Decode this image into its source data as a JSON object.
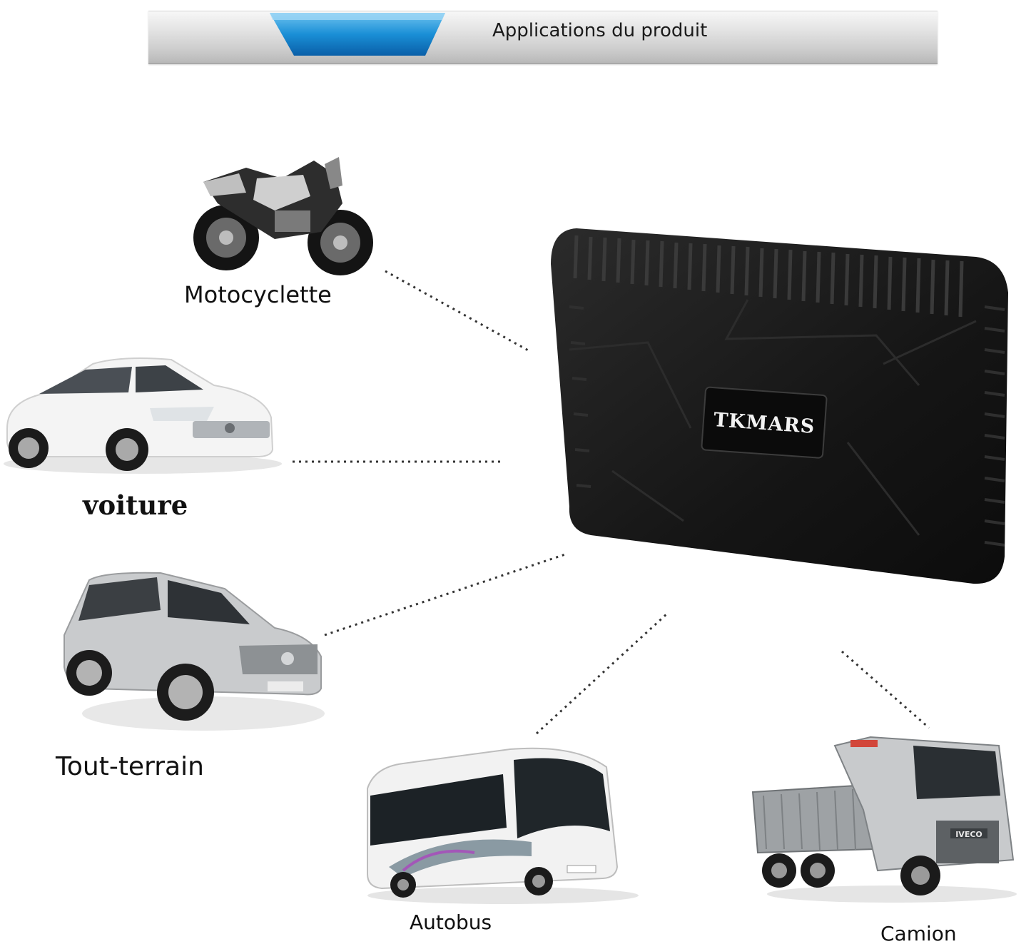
{
  "banner": {
    "title": "Applications du produit"
  },
  "device": {
    "brand": "TKMARS"
  },
  "applications": {
    "motorcycle": "Motocyclette",
    "car": "voiture",
    "suv": "Tout-terrain",
    "bus": "Autobus",
    "truck": "Camion"
  },
  "truck_badge": "IVECO",
  "colors": {
    "banner_blue": "#1a8fd6",
    "device_body": "#151515"
  }
}
